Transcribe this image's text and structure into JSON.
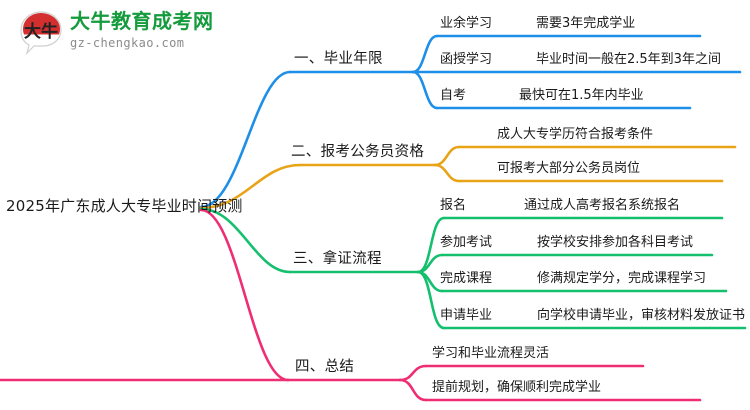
{
  "logo": {
    "badge_text": "大牛",
    "name": "大牛教育成考网",
    "url": "gz-chengkao.com",
    "name_color": "#149b3c",
    "badge_color": "#d32f2f"
  },
  "mindmap": {
    "root": "2025年广东成人大专毕业时间预测",
    "branches": [
      {
        "label": "一、毕业年限",
        "color": "#1e8fe8",
        "children": [
          {
            "label": "业余学习",
            "detail": "需要3年完成学业"
          },
          {
            "label": "函授学习",
            "detail": "毕业时间一般在2.5年到3年之间"
          },
          {
            "label": "自考",
            "detail": "最快可在1.5年内毕业"
          }
        ]
      },
      {
        "label": "二、报考公务员资格",
        "color": "#e8a317",
        "children": [
          {
            "label": "成人大专学历符合报考条件",
            "detail": ""
          },
          {
            "label": "可报考大部分公务员岗位",
            "detail": ""
          }
        ]
      },
      {
        "label": "三、拿证流程",
        "color": "#14bf6e",
        "children": [
          {
            "label": "报名",
            "detail": "通过成人高考报名系统报名"
          },
          {
            "label": "参加考试",
            "detail": "按学校安排参加各科目考试"
          },
          {
            "label": "完成课程",
            "detail": "修满规定学分，完成课程学习"
          },
          {
            "label": "申请毕业",
            "detail": "向学校申请毕业，审核材料发放证书"
          }
        ]
      },
      {
        "label": "四、总结",
        "color": "#ef2d73",
        "children": [
          {
            "label": "学习和毕业流程灵活",
            "detail": ""
          },
          {
            "label": "提前规划，确保顺利完成学业",
            "detail": ""
          }
        ]
      }
    ]
  }
}
